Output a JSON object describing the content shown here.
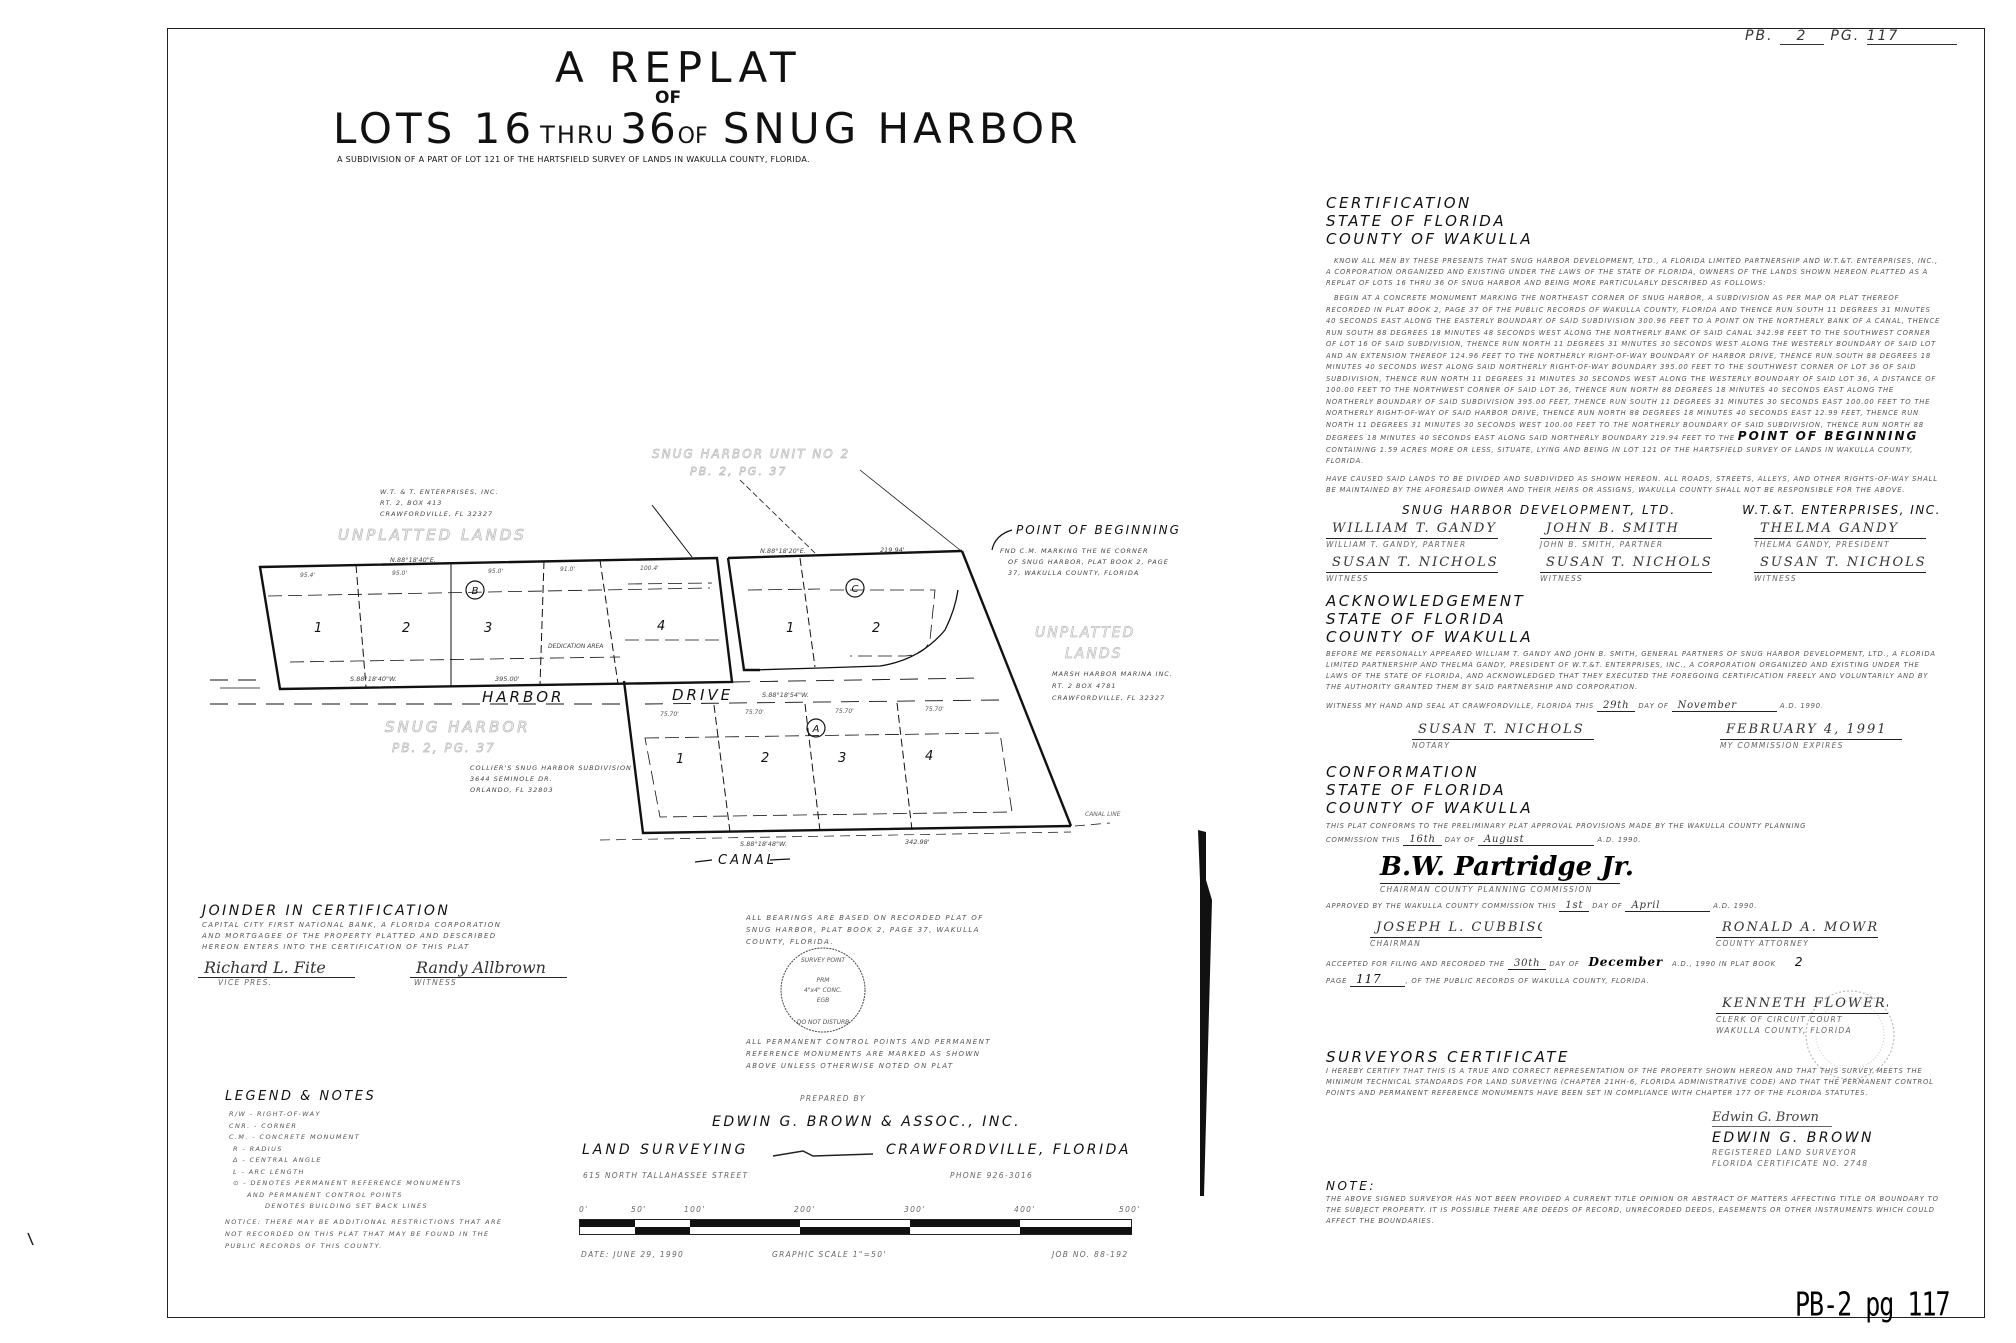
{
  "header": {
    "plat_book_label": "PB.",
    "plat_book": "2",
    "page_label": "PG.",
    "page": "117"
  },
  "title": {
    "line1": "A REPLAT",
    "of": "OF",
    "line2_a": "LOTS 16",
    "line2_thru": "THRU",
    "line2_b": "36",
    "line2_of": "OF",
    "line2_c": "SNUG HARBOR",
    "subtitle": "A SUBDIVISION OF A PART OF LOT 121 OF THE HARTSFIELD SURVEY OF LANDS IN WAKULLA COUNTY, FLORIDA."
  },
  "plat": {
    "ghost_unit2": "SNUG HARBOR UNIT NO 2",
    "ghost_unit2_ref": "PB. 2, PG. 37",
    "owner_line1": "W.T. & T. ENTERPRISES, INC.",
    "owner_line2": "RT. 2, BOX 413",
    "owner_line3": "CRAWFORDVILLE, FL 32327",
    "unplatted_left": "UNPLATTED LANDS",
    "unplatted_right_1": "UNPLATTED",
    "unplatted_right_2": "LANDS",
    "marina_line1": "MARSH HARBOR MARINA INC.",
    "marina_line2": "RT. 2 BOX 4781",
    "marina_line3": "CRAWFORDVILLE, FL 32327",
    "pob": "POINT OF BEGINNING",
    "pob_note1": "FND C.M. MARKING THE NE CORNER",
    "pob_note2": "OF SNUG HARBOR, PLAT BOOK 2, PAGE",
    "pob_note3": "37, WAKULLA COUNTY, FLORIDA",
    "street_1": "HARBOR",
    "street_2": "DRIVE",
    "ghost_snug": "SNUG HARBOR",
    "ghost_snug_ref": "PB. 2, PG. 37",
    "colliers_1": "COLLIER'S SNUG HARBOR SUBDIVISION",
    "colliers_2": "3644 SEMINOLE DR.",
    "colliers_3": "ORLANDO, FL 32803",
    "canal": "CANAL",
    "canal_line": "CANAL LINE",
    "dedication": "DEDICATION AREA",
    "block_b": "B",
    "block_c": "C",
    "block_a": "A",
    "block_b_lots": [
      "1",
      "2",
      "3",
      "4"
    ],
    "block_c_lots": [
      "1",
      "2"
    ],
    "block_a_lots": [
      "1",
      "2",
      "3",
      "4"
    ],
    "bearing_top_b": "N.88°18'40\"E.",
    "bearing_top_c": "N.88°18'20\"E.",
    "dist_top_c": "219.94'",
    "bearing_bottom_b": "S.88°18'40\"W.",
    "dist_bottom_b": "395.00'",
    "bearing_drive": "S.88°18'54\"W.",
    "bearing_canal": "S.88°18'48\"W.",
    "dist_canal": "342.98'",
    "dims_b": [
      "95.4'",
      "95.0'",
      "95.0'",
      "91.0'",
      "100.4'"
    ],
    "dims_a": [
      "75.70'",
      "75.70'",
      "75.70'",
      "75.70'"
    ]
  },
  "joinder": {
    "heading": "JOINDER IN CERTIFICATION",
    "text": [
      "CAPITAL CITY FIRST NATIONAL BANK, A FLORIDA CORPORATION",
      "AND MORTGAGEE OF THE PROPERTY PLATTED AND DESCRIBED",
      "HEREON ENTERS INTO THE CERTIFICATION OF THIS PLAT"
    ],
    "sig1": "Richard L. Fite",
    "sig1_label": "VICE PRES.",
    "sig2": "Randy Allbrown",
    "sig2_label": "WITNESS"
  },
  "notes_center": {
    "top": [
      "ALL BEARINGS ARE BASED ON RECORDED PLAT OF",
      "SNUG HARBOR, PLAT BOOK 2, PAGE 37, WAKULLA",
      "COUNTY, FLORIDA."
    ],
    "monument_top": "SURVEY POINT",
    "monument_mid1": "PRM",
    "monument_mid2": "4\"x4\" CONC.",
    "monument_mid3": "EGB",
    "monument_bottom": "DO NOT DISTURB",
    "bottom": [
      "ALL PERMANENT CONTROL POINTS AND PERMANENT",
      "REFERENCE MONUMENTS ARE MARKED AS SHOWN",
      "ABOVE UNLESS OTHERWISE NOTED ON PLAT"
    ]
  },
  "legend": {
    "heading": "LEGEND & NOTES",
    "items": [
      "R/W - RIGHT-OF-WAY",
      "CNR. - CORNER",
      "C.M. - CONCRETE MONUMENT",
      "R - RADIUS",
      "Δ - CENTRAL ANGLE",
      "L - ARC LENGTH",
      "⊙ - DENOTES PERMANENT REFERENCE MONUMENTS",
      "AND PERMANENT CONTROL POINTS",
      "DENOTES BUILDING SET BACK LINES"
    ],
    "notice": [
      "NOTICE: THERE MAY BE ADDITIONAL RESTRICTIONS THAT ARE",
      "NOT RECORDED ON THIS PLAT THAT MAY BE FOUND IN THE",
      "PUBLIC RECORDS OF THIS COUNTY."
    ]
  },
  "surveyor_block": {
    "prepared_by": "PREPARED BY",
    "firm": "EDWIN G. BROWN & ASSOC., INC.",
    "land_surveying": "LAND SURVEYING",
    "city": "CRAWFORDVILLE, FLORIDA",
    "address": "615 NORTH TALLAHASSEE STREET",
    "phone": "PHONE 926-3016",
    "scale_ticks": [
      "0'",
      "50'",
      "100'",
      "200'",
      "300'",
      "400'",
      "500'"
    ],
    "date": "DATE: JUNE 29, 1990",
    "graphic_scale": "GRAPHIC SCALE 1\"=50'",
    "job_no": "JOB NO. 88-192"
  },
  "certification": {
    "heading": [
      "CERTIFICATION",
      "STATE OF FLORIDA",
      "COUNTY OF WAKULLA"
    ],
    "para1": "KNOW ALL MEN BY THESE PRESENTS THAT SNUG HARBOR DEVELOPMENT, LTD., A FLORIDA LIMITED PARTNERSHIP AND W.T.&T. ENTERPRISES, INC., A CORPORATION ORGANIZED AND EXISTING UNDER THE LAWS OF THE STATE OF FLORIDA, OWNERS OF THE LANDS SHOWN HEREON PLATTED AS A REPLAT OF LOTS 16 THRU 36 OF SNUG HARBOR AND BEING MORE PARTICULARLY DESCRIBED AS FOLLOWS:",
    "para2": "BEGIN AT A CONCRETE MONUMENT MARKING THE NORTHEAST CORNER OF SNUG HARBOR, A SUBDIVISION AS PER MAP OR PLAT THEREOF RECORDED IN PLAT BOOK 2, PAGE 37 OF THE PUBLIC RECORDS OF WAKULLA COUNTY, FLORIDA AND THENCE RUN SOUTH 11 DEGREES 31 MINUTES 40 SECONDS EAST ALONG THE EASTERLY BOUNDARY OF SAID SUBDIVISION 300.96 FEET TO A POINT ON THE NORTHERLY BANK OF A CANAL, THENCE RUN SOUTH 88 DEGREES 18 MINUTES 48 SECONDS WEST ALONG THE NORTHERLY BANK OF SAID CANAL 342.98 FEET TO THE SOUTHWEST CORNER OF LOT 16 OF SAID SUBDIVISION, THENCE RUN NORTH 11 DEGREES 31 MINUTES 30 SECONDS WEST ALONG THE WESTERLY BOUNDARY OF SAID LOT AND AN EXTENSION THEREOF 124.96 FEET TO THE NORTHERLY RIGHT-OF-WAY BOUNDARY OF HARBOR DRIVE, THENCE RUN SOUTH 88 DEGREES 18 MINUTES 40 SECONDS WEST ALONG SAID NORTHERLY RIGHT-OF-WAY BOUNDARY 395.00 FEET TO THE SOUTHWEST CORNER OF LOT 36 OF SAID SUBDIVISION, THENCE RUN NORTH 11 DEGREES 31 MINUTES 30 SECONDS WEST ALONG THE WESTERLY BOUNDARY OF SAID LOT 36, A DISTANCE OF 100.00 FEET TO THE NORTHWEST CORNER OF SAID LOT 36, THENCE RUN NORTH 88 DEGREES 18 MINUTES 40 SECONDS EAST ALONG THE NORTHERLY BOUNDARY OF SAID SUBDIVISION 395.00 FEET, THENCE RUN SOUTH 11 DEGREES 31 MINUTES 30 SECONDS EAST 100.00 FEET TO THE NORTHERLY RIGHT-OF-WAY OF SAID HARBOR DRIVE, THENCE RUN NORTH 88 DEGREES 18 MINUTES 40 SECONDS EAST 12.99 FEET, THENCE RUN NORTH 11 DEGREES 31 MINUTES 30 SECONDS WEST 100.00 FEET TO THE NORTHERLY BOUNDARY OF SAID SUBDIVISION, THENCE RUN NORTH 88 DEGREES 18 MINUTES 40 SECONDS EAST ALONG SAID NORTHERLY BOUNDARY 219.94 FEET TO THE",
    "pob": "POINT OF BEGINNING",
    "para2_end": "CONTAINING 1.59 ACRES MORE OR LESS, SITUATE, LYING AND BEING IN LOT 121 OF THE HARTSFIELD SURVEY OF LANDS IN WAKULLA COUNTY, FLORIDA.",
    "para3": "HAVE CAUSED SAID LANDS TO BE DIVIDED AND SUBDIVIDED AS SHOWN HEREON. ALL ROADS, STREETS, ALLEYS, AND OTHER RIGHTS-OF-WAY SHALL BE MAINTAINED BY THE AFORESAID OWNER AND THEIR HEIRS OR ASSIGNS, WAKULLA COUNTY SHALL NOT BE RESPONSIBLE FOR THE ABOVE.",
    "company1": "SNUG HARBOR DEVELOPMENT, LTD.",
    "company2": "W.T.&T. ENTERPRISES, INC.",
    "sig_a": "William T. Gandy",
    "sig_a_label": "WILLIAM T. GANDY, PARTNER",
    "sig_b": "John B. Smith",
    "sig_b_label": "JOHN B. SMITH, PARTNER",
    "sig_c": "Thelma Gandy",
    "sig_c_label": "THELMA GANDY, PRESIDENT",
    "witness_sig": "Susan T. Nichols",
    "witness_label": "WITNESS"
  },
  "acknowledgement": {
    "heading": [
      "ACKNOWLEDGEMENT",
      "STATE OF FLORIDA",
      "COUNTY OF WAKULLA"
    ],
    "para": "BEFORE ME PERSONALLY APPEARED WILLIAM T. GANDY AND JOHN B. SMITH, GENERAL PARTNERS OF SNUG HARBOR DEVELOPMENT, LTD., A FLORIDA LIMITED PARTNERSHIP AND THELMA GANDY, PRESIDENT OF W.T.&T. ENTERPRISES, INC., A CORPORATION ORGANIZED AND EXISTING UNDER THE LAWS OF THE STATE OF FLORIDA, AND ACKNOWLEDGED THAT THEY EXECUTED THE FOREGOING CERTIFICATION FREELY AND VOLUNTARILY AND BY THE AUTHORITY GRANTED THEM BY SAID PARTNERSHIP AND CORPORATION.",
    "witness_pre": "WITNESS MY HAND AND SEAL AT CRAWFORDVILLE, FLORIDA THIS",
    "witness_day": "29th",
    "witness_mid": "DAY OF",
    "witness_month": "November",
    "witness_year": "A.D. 1990.",
    "notary_sig": "Susan T. Nichols",
    "notary_label": "NOTARY",
    "expires_sig": "February 4, 1991",
    "expires_label": "MY COMMISSION EXPIRES"
  },
  "conformation": {
    "heading": [
      "CONFORMATION",
      "STATE OF FLORIDA",
      "COUNTY OF WAKULLA"
    ],
    "para1_a": "THIS PLAT CONFORMS TO THE PRELIMINARY PLAT APPROVAL PROVISIONS MADE BY THE WAKULLA COUNTY PLANNING",
    "para1_b": "COMMISSION THIS",
    "para1_day": "16th",
    "para1_mid": "DAY OF",
    "para1_month": "August",
    "para1_year": "A.D. 1990.",
    "planning_sig": "B.W. Partridge Jr.",
    "planning_label": "CHAIRMAN COUNTY PLANNING COMMISSION",
    "approved_a": "APPROVED BY THE WAKULLA COUNTY COMMISSION THIS",
    "approved_day": "1st",
    "approved_mid": "DAY OF",
    "approved_month": "April",
    "approved_year": "A.D. 1990.",
    "chair_sig": "Joseph L. Cubbison",
    "chair_label": "CHAIRMAN",
    "attorney_sig": "Ronald A. Mowrey",
    "attorney_label": "COUNTY ATTORNEY",
    "accepted_a": "ACCEPTED FOR FILING AND RECORDED THE",
    "accepted_day": "30th",
    "accepted_mid": "DAY OF",
    "accepted_month": "December",
    "accepted_b": "A.D., 1990 IN PLAT BOOK",
    "accepted_book": "2",
    "accepted_page_label": "PAGE",
    "accepted_page": "117",
    "accepted_c": ", OF THE PUBLIC RECORDS OF WAKULLA COUNTY, FLORIDA.",
    "clerk_sig": "Kenneth Flowers",
    "clerk_label1": "CLERK OF CIRCUIT COURT",
    "clerk_label2": "WAKULLA COUNTY, FLORIDA"
  },
  "surveyors_certificate": {
    "heading": "SURVEYORS CERTIFICATE",
    "para": "I HEREBY CERTIFY THAT THIS IS A TRUE AND CORRECT REPRESENTATION OF THE PROPERTY SHOWN HEREON AND THAT THIS SURVEY MEETS THE MINIMUM TECHNICAL STANDARDS FOR LAND SURVEYING (CHAPTER 21HH-6, FLORIDA ADMINISTRATIVE CODE) AND THAT THE PERMANENT CONTROL POINTS AND PERMANENT REFERENCE MONUMENTS HAVE BEEN SET IN COMPLIANCE WITH CHAPTER 177 OF THE FLORIDA STATUTES.",
    "sig": "Edwin G. Brown",
    "name": "EDWIN G. BROWN",
    "label1": "REGISTERED LAND SURVEYOR",
    "label2": "FLORIDA CERTIFICATE NO. 2748"
  },
  "note": {
    "heading": "NOTE:",
    "text": "THE ABOVE SIGNED SURVEYOR HAS NOT BEEN PROVIDED A CURRENT TITLE OPINION OR ABSTRACT OF MATTERS AFFECTING TITLE OR BOUNDARY TO THE SUBJECT PROPERTY. IT IS POSSIBLE THERE ARE DEEDS OF RECORD, UNRECORDED DEEDS, EASEMENTS OR OTHER INSTRUMENTS WHICH COULD AFFECT THE BOUNDARIES."
  },
  "footer": {
    "stamp": "PB-2 pg 117"
  },
  "colors": {
    "ink": "#111111",
    "faded": "#888888",
    "ghost": "#bbbbbb"
  }
}
